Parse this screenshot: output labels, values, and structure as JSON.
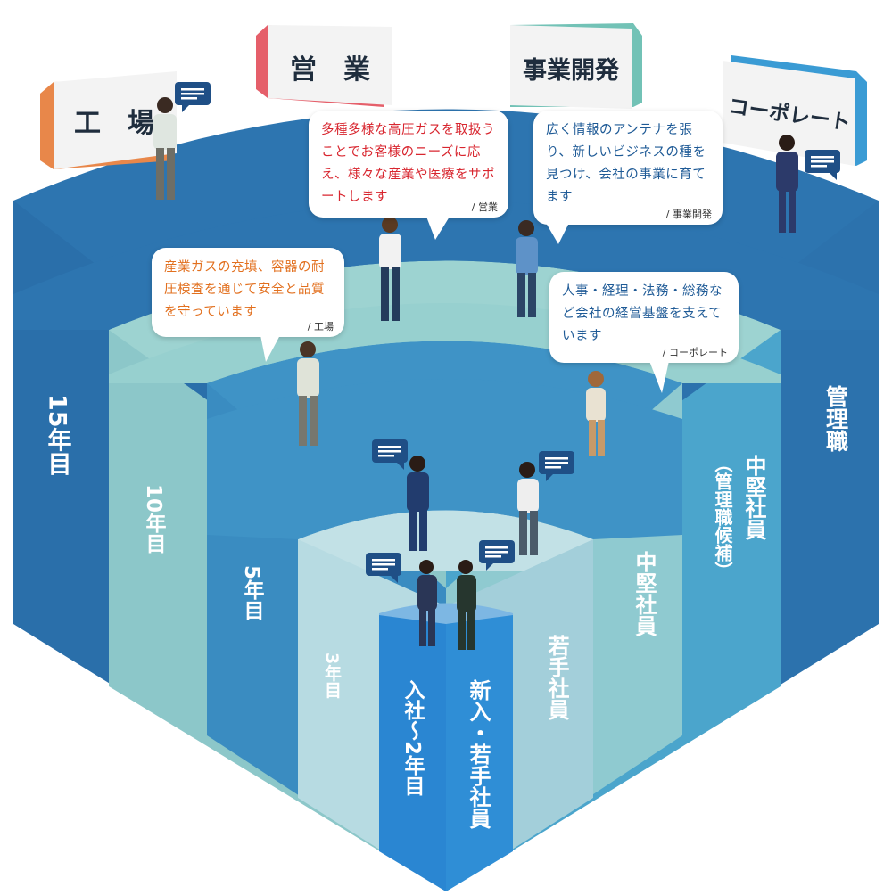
{
  "signs": {
    "factory": "工　場",
    "sales": "営　業",
    "bizdev": "事業開発",
    "corporate": "コーポレート"
  },
  "levels": {
    "year15": "15年目",
    "year10": "10年目",
    "year5": "5年目",
    "year3": "3年目",
    "year0_2": "入社〜2年目",
    "manager": "管理職",
    "mid_candidate_a": "中堅社員",
    "mid_candidate_b": "（管理職候補）",
    "mid": "中堅社員",
    "young": "若手社員",
    "newcomer": "新入・若手社員"
  },
  "bubbles": {
    "sales": {
      "text": "多種多様な高圧ガスを取扱うことでお客様のニーズに応え、様々な産業や医療をサポートします",
      "source": "/ 営業"
    },
    "bizdev": {
      "text": "広く情報のアンテナを張り、新しいビジネスの種を見つけ、会社の事業に育てます",
      "source": "/ 事業開発"
    },
    "factory": {
      "text": "産業ガスの充填、容器の耐圧検査を通じて安全と品質を守っています",
      "source": "/ 工場"
    },
    "corporate": {
      "text": "人事・経理・法務・総務など会社の経営基盤を支えています",
      "source": "/ コーポレート"
    }
  },
  "colors": {
    "sign_factory": "#e8874a",
    "sign_sales": "#e55f6a",
    "sign_bizdev": "#72c2b6",
    "sign_corporate": "#3a9bd4",
    "tier15": "#2b6fa9",
    "tier10": "#8ac9cb",
    "tier5": "#3d8ec4",
    "tier3": "#b9dde3",
    "tier0": "#2a85d0"
  }
}
